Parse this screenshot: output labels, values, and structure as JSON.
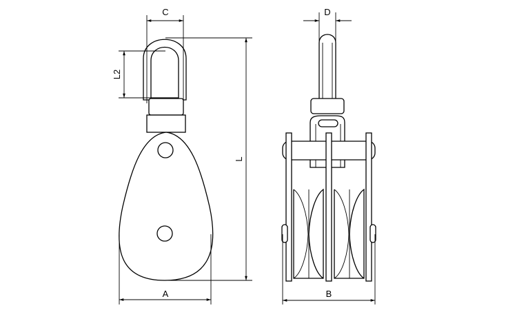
{
  "diagram": {
    "colors": {
      "line": "#000000",
      "background": "#ffffff"
    },
    "dimensions": {
      "A": "A",
      "B": "B",
      "C": "C",
      "D": "D",
      "L": "L",
      "L2": "L2"
    }
  }
}
